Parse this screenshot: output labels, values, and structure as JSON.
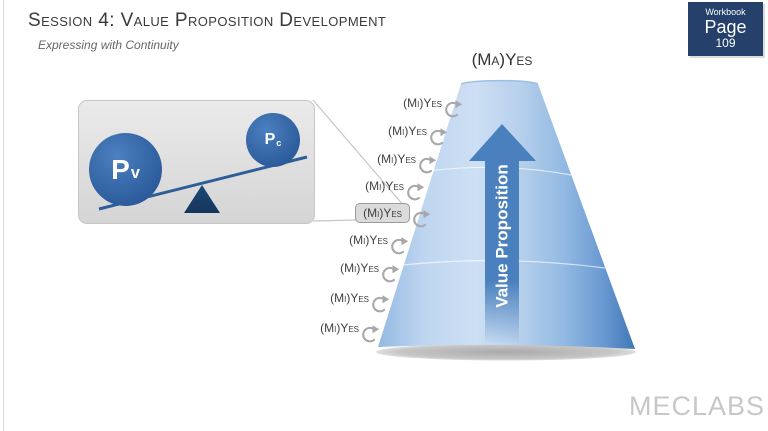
{
  "header": {
    "title": "Session 4: Value Proposition Development",
    "subtitle": "Expressing with Continuity"
  },
  "badge": {
    "line1": "Workbook",
    "line2": "Page",
    "line3": "109"
  },
  "diagram": {
    "top_label": "(Ma)Yes",
    "arrow_label": "Value Proposition",
    "mi_yes_items": [
      {
        "label": "(Mi)Yes",
        "highlighted": false
      },
      {
        "label": "(Mi)Yes",
        "highlighted": false
      },
      {
        "label": "(Mi)Yes",
        "highlighted": false
      },
      {
        "label": "(Mi)Yes",
        "highlighted": false
      },
      {
        "label": "(Mi)Yes",
        "highlighted": true
      },
      {
        "label": "(Mi)Yes",
        "highlighted": false
      },
      {
        "label": "(Mi)Yes",
        "highlighted": false
      },
      {
        "label": "(Mi)Yes",
        "highlighted": false
      },
      {
        "label": "(Mi)Yes",
        "highlighted": false
      }
    ]
  },
  "balance": {
    "left_weight_main": "P",
    "left_weight_sub": "v",
    "right_weight_main": "P",
    "right_weight_sub": "c"
  },
  "footer": {
    "logo": "MECLABS"
  },
  "colors": {
    "badge_bg": "#24406B",
    "cone_light": "#CDDFF4",
    "cone_dark": "#3F77B6",
    "arrow_blue": "#4A80BD",
    "weight_blue": "#2C5C9C",
    "fulcrum_navy": "#16355C",
    "seesaw_line": "#2E5E98",
    "label_gray": "#3F3F3F",
    "swoosh_gray": "#A8A8A8",
    "pill_bg": "#DBDBDB",
    "logo_gray": "#C7C7C7"
  }
}
